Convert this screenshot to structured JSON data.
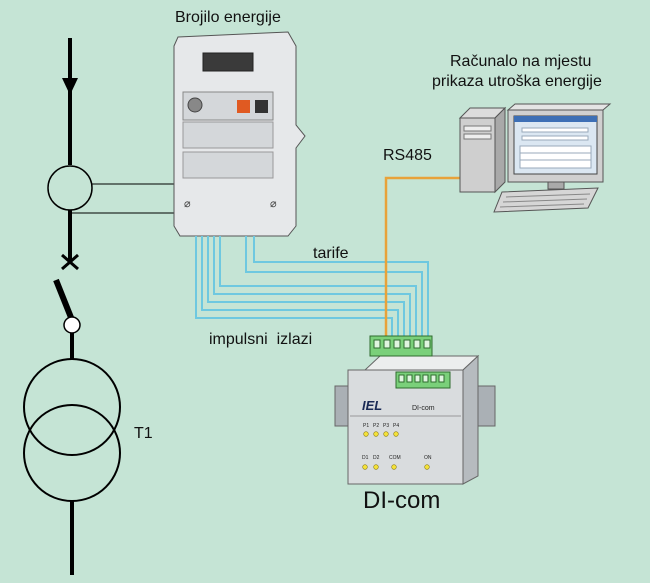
{
  "labels": {
    "meter_title": "Brojilo energije",
    "computer_title_line1": "Računalo na mjestu",
    "computer_title_line2": "prikaza utroška energije",
    "rs485": "RS485",
    "tarife": "tarife",
    "impulsni": "impulsni  izlazi",
    "transformer": "T1",
    "device_name": "DI-com"
  },
  "device": {
    "brand": "IEL",
    "model": "DI-com",
    "inputs": [
      "P1",
      "P2",
      "P3",
      "P4"
    ],
    "tariffs": [
      "D1",
      "D2"
    ],
    "com": "COM",
    "on": "ON"
  },
  "colors": {
    "background": "#c5e4d5",
    "signal_wire": "#6ec8e0",
    "rs485_wire": "#e8a23a",
    "terminal_green": "#7ad07a",
    "led_yellow": "#f4e23a",
    "device_body": "#d9dcde",
    "meter_body": "#e6e8ea"
  }
}
